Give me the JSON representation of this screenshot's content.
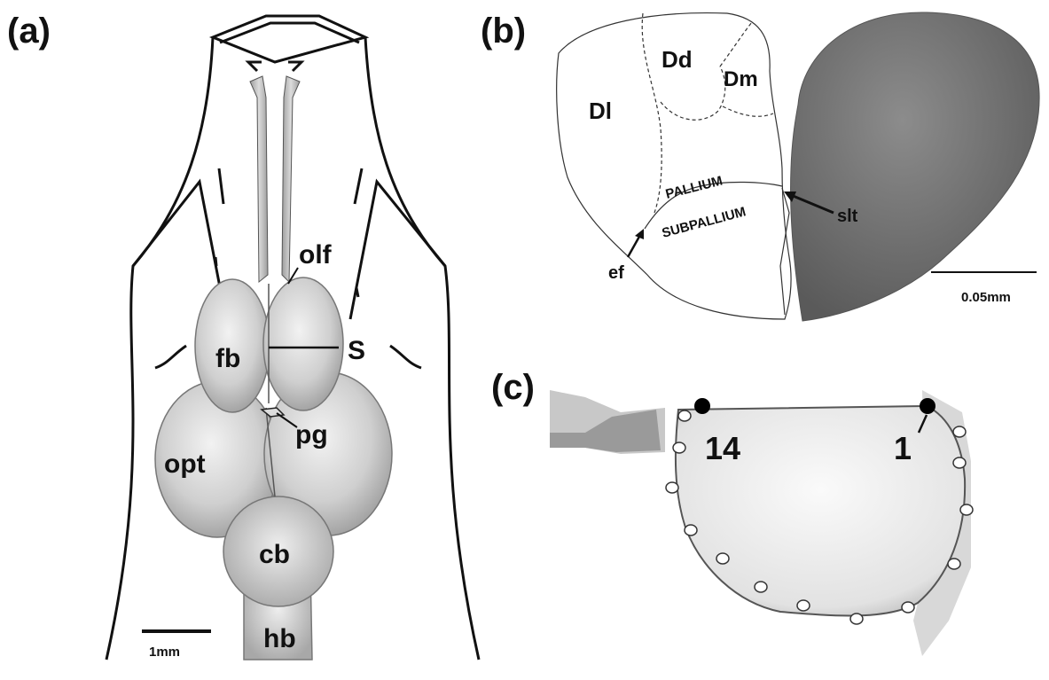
{
  "panels": {
    "a": {
      "label": "(a)",
      "structures": {
        "olf": "olf",
        "s": "S",
        "fb": "fb",
        "pg": "pg",
        "opt": "opt",
        "cb": "cb",
        "hb": "hb"
      },
      "scale_bar": "1mm"
    },
    "b": {
      "label": "(b)",
      "regions": {
        "dd": "Dd",
        "dm": "Dm",
        "dl": "Dl"
      },
      "pallium": "PALLIUM",
      "subpallium": "SUBPALLIUM",
      "slt": "slt",
      "ef": "ef",
      "scale_bar": "0.05mm"
    },
    "c": {
      "label": "(c)",
      "landmark_first": "1",
      "landmark_last": "14"
    }
  },
  "colors": {
    "brain_fill": "#c9c9c9",
    "outline": "#111111",
    "section_dark": "#6b6b6b",
    "landmark_fixed": "#000000",
    "landmark_semi": "#ffffff"
  }
}
